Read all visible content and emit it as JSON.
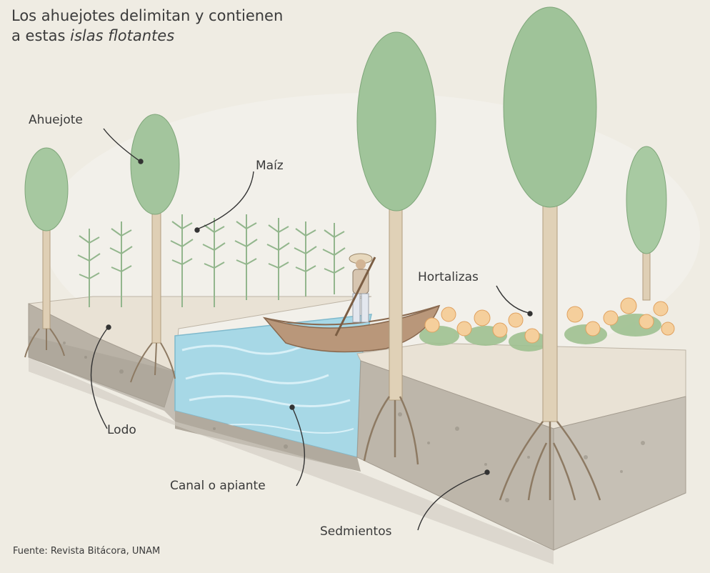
{
  "title": {
    "line1": "Los ahuejotes delimitan y contienen",
    "line2_prefix": "a estas ",
    "line2_emphasis": "islas flotantes"
  },
  "labels": {
    "ahuejote": "Ahuejote",
    "maiz": "Maíz",
    "hortalizas": "Hortalizas",
    "lodo": "Lodo",
    "canal": "Canal o apiante",
    "sedimentos": "Sedmientos"
  },
  "source": "Fuente: Revista Bitácora, UNAM",
  "colors": {
    "paper": "#efece3",
    "soil": "#bab4a9",
    "water": "#9ed3e2",
    "tree_foliage": "#9fc29a",
    "trunk": "#d9c6a7",
    "boat": "#b79574",
    "produce": "#f3c48c",
    "corn": "#a9c6a0"
  }
}
